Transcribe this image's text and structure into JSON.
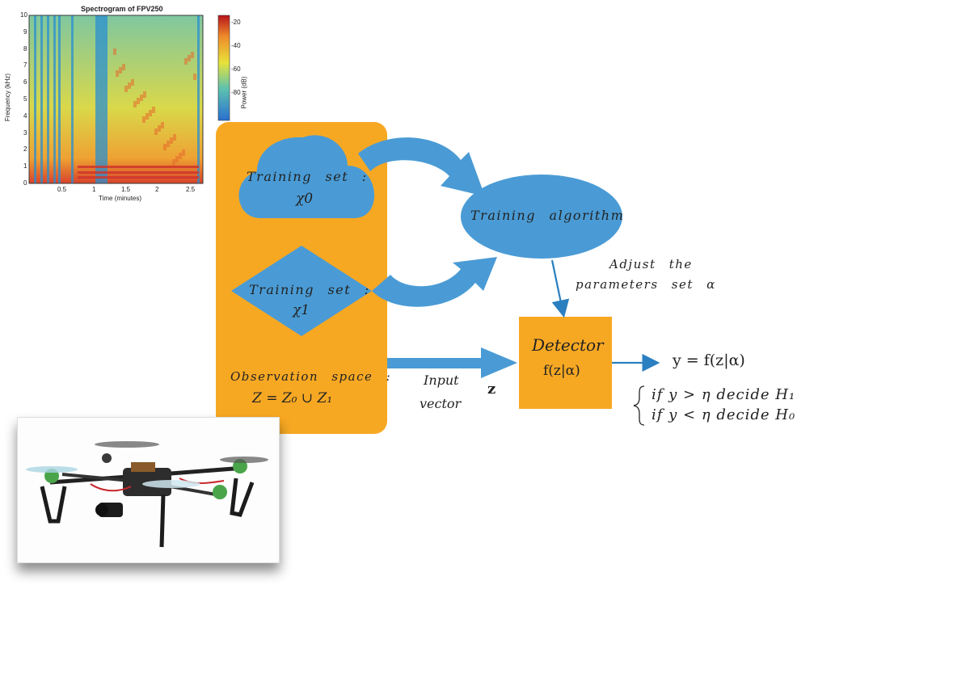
{
  "spectrogram": {
    "title": "Spectrogram of FPV250",
    "xlabel": "Time (minutes)",
    "ylabel": "Frequency (kHz)",
    "colorbar_label": "Power (dB)",
    "xticks": [
      "0.5",
      "1",
      "1.5",
      "2",
      "2.5"
    ],
    "yticks": [
      "0",
      "1",
      "2",
      "3",
      "4",
      "5",
      "6",
      "7",
      "8",
      "9",
      "10"
    ],
    "cbar_ticks": [
      "-20",
      "-40",
      "-60",
      "-80"
    ],
    "colors": {
      "low": "#2a8fd0",
      "mid": "#e8d94a",
      "high": "#d0322a"
    }
  },
  "diagram": {
    "training_set_0": {
      "label": "Training   set :",
      "symbol": "χ0"
    },
    "training_set_1": {
      "label": "Training   set :",
      "symbol": "χ1"
    },
    "observation": {
      "label": "Observation   space :",
      "formula": "Z = Z₀ ∪ Z₁"
    },
    "training_algorithm": "Training   algorithm",
    "adjust_line1": "Adjust   the",
    "adjust_line2": "parameters   set   α",
    "input_line1": "Input",
    "input_line2": "vector",
    "input_symbol": "z",
    "detector_title": "Detector",
    "detector_func": "f(z|α)",
    "output_eq": "y = f(z|α)",
    "decision_1": "if y > η decide H₁",
    "decision_2": "if y < η decide H₀",
    "colors": {
      "orange": "#f7a823",
      "blue": "#4a9bd5",
      "arrow": "#2a7fc0"
    }
  }
}
